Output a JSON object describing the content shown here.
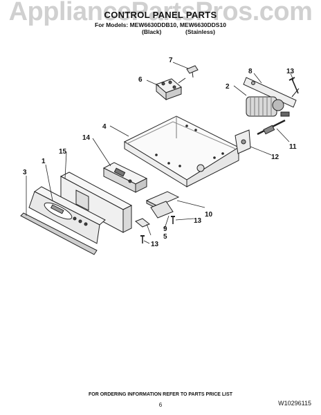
{
  "watermark": "AppliancePartsPros.com",
  "title": "CONTROL PANEL PARTS",
  "models_line": "For Models: MEW6630DDB10, MEW6630DDS10",
  "variants": [
    "(Black)",
    "(Stainless)"
  ],
  "callouts": [
    "1",
    "2",
    "3",
    "4",
    "5",
    "6",
    "7",
    "8",
    "9",
    "10",
    "11",
    "12",
    "13",
    "13",
    "13",
    "14",
    "15"
  ],
  "footer_note": "FOR ORDERING INFORMATION REFER TO PARTS PRICE LIST",
  "page_number": "6",
  "document_number": "W10296115"
}
